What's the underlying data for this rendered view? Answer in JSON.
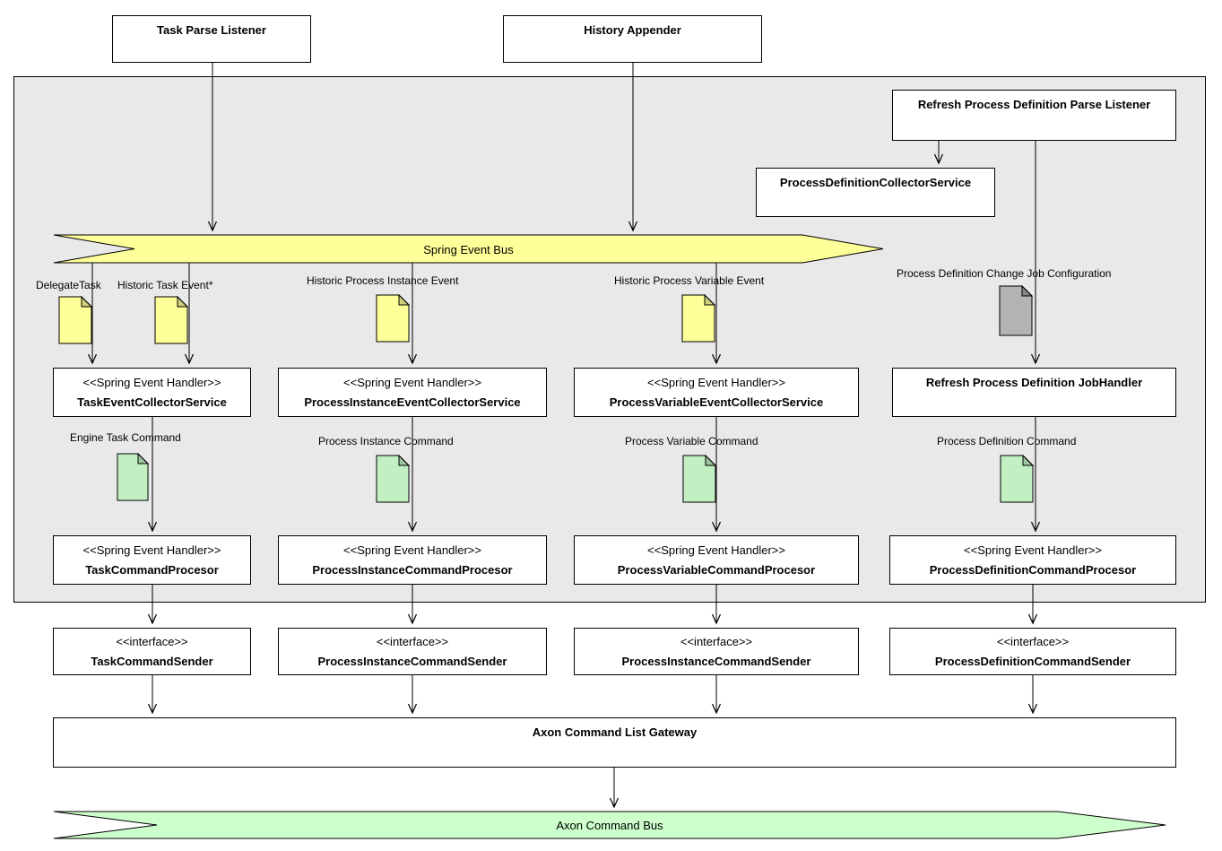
{
  "listeners": {
    "task_parse": {
      "label": "Task Parse Listener"
    },
    "history_appender": {
      "label": "History Appender"
    },
    "refresh_process_definition": {
      "label": "Refresh Process Definition Parse Listener"
    }
  },
  "services": {
    "process_definition_collector": {
      "label": "ProcessDefinitionCollectorService"
    }
  },
  "buses": {
    "spring_event_bus": {
      "label": "Spring Event Bus",
      "color": "#FFFF99"
    },
    "axon_command_bus": {
      "label": "Axon Command Bus",
      "color": "#CCFFCC"
    }
  },
  "event_notes": [
    {
      "label": "DelegateTask",
      "color": "#FFFF99"
    },
    {
      "label": "Historic Task Event*",
      "color": "#FFFF99"
    },
    {
      "label": "Historic Process Instance Event",
      "color": "#FFFF99"
    },
    {
      "label": "Historic Process Variable Event",
      "color": "#FFFF99"
    },
    {
      "label": "Process Definition Change Job Configuration",
      "color": "#B3B3B3"
    }
  ],
  "collectors": [
    {
      "stereotype": "<<Spring Event Handler>>",
      "name": "TaskEventCollectorService"
    },
    {
      "stereotype": "<<Spring Event Handler>>",
      "name": "ProcessInstanceEventCollectorService"
    },
    {
      "stereotype": "<<Spring Event Handler>>",
      "name": "ProcessVariableEventCollectorService"
    },
    {
      "name": "Refresh Process Definition JobHandler"
    }
  ],
  "command_notes": [
    {
      "label": "Engine Task Command",
      "color": "#C2F0C2"
    },
    {
      "label": "Process Instance Command",
      "color": "#C2F0C2"
    },
    {
      "label": "Process Variable Command",
      "color": "#C2F0C2"
    },
    {
      "label": "Process Definition Command",
      "color": "#C2F0C2"
    }
  ],
  "processors": [
    {
      "stereotype": "<<Spring Event Handler>>",
      "name": "TaskCommandProcesor"
    },
    {
      "stereotype": "<<Spring Event Handler>>",
      "name": "ProcessInstanceCommandProcesor"
    },
    {
      "stereotype": "<<Spring Event Handler>>",
      "name": "ProcessVariableCommandProcesor"
    },
    {
      "stereotype": "<<Spring Event Handler>>",
      "name": "ProcessDefinitionCommandProcesor"
    }
  ],
  "senders": [
    {
      "stereotype": "<<interface>>",
      "name": "TaskCommandSender"
    },
    {
      "stereotype": "<<interface>>",
      "name": "ProcessInstanceCommandSender"
    },
    {
      "stereotype": "<<interface>>",
      "name": "ProcessInstanceCommandSender"
    },
    {
      "stereotype": "<<interface>>",
      "name": "ProcessDefinitionCommandSender"
    }
  ],
  "gateway": {
    "label": "Axon Command List Gateway"
  }
}
